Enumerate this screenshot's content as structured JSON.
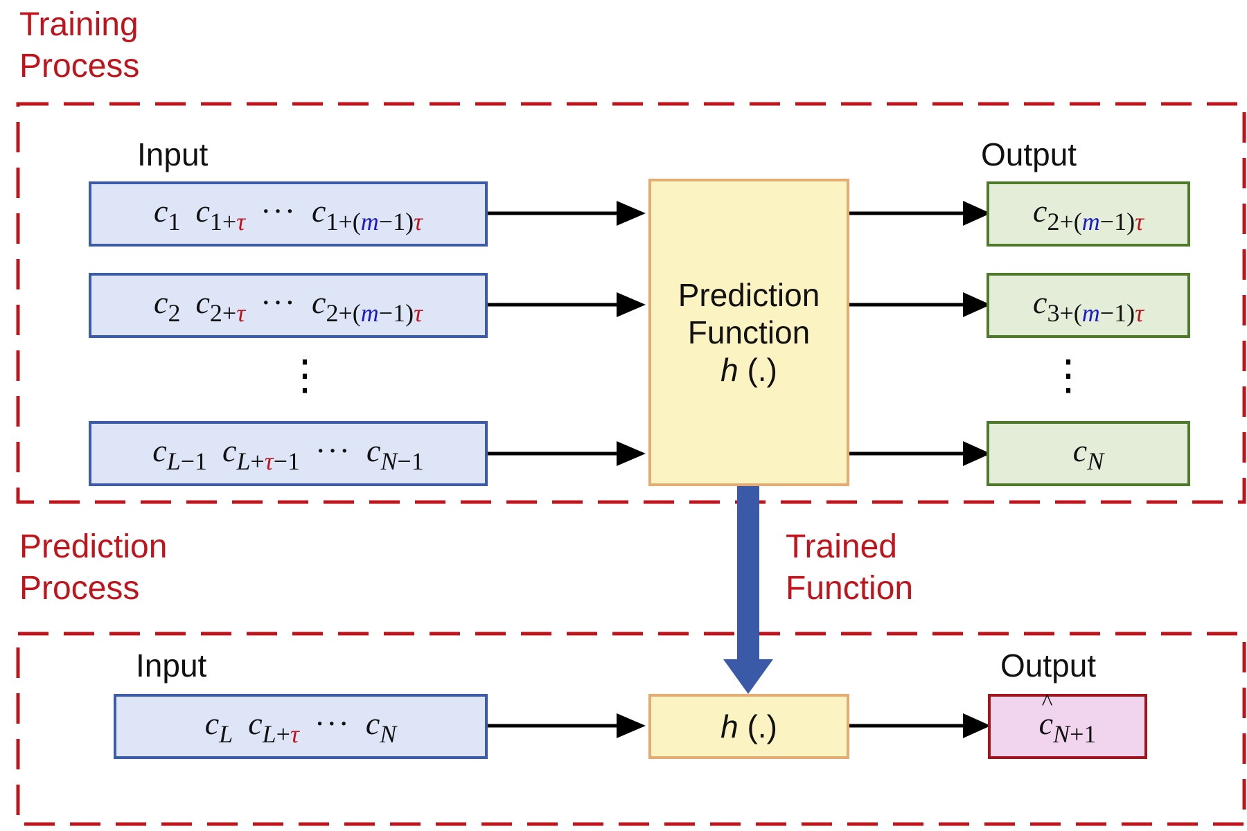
{
  "training": {
    "label_line1": "Training",
    "label_line2": "Process",
    "input_header": "Input",
    "output_header": "Output",
    "input_rows": [
      [
        {
          "base": "c",
          "sub": "1"
        },
        {
          "base": "c",
          "sub_parts": [
            {
              "t": "1+"
            },
            {
              "t": "τ",
              "c": "red"
            }
          ]
        },
        {
          "dots": "···"
        },
        {
          "base": "c",
          "sub_parts": [
            {
              "t": "1+("
            },
            {
              "t": "m",
              "c": "blue"
            },
            {
              "t": "−1)"
            },
            {
              "t": "τ",
              "c": "red"
            }
          ]
        }
      ],
      [
        {
          "base": "c",
          "sub": "2"
        },
        {
          "base": "c",
          "sub_parts": [
            {
              "t": "2+"
            },
            {
              "t": "τ",
              "c": "red"
            }
          ]
        },
        {
          "dots": "···"
        },
        {
          "base": "c",
          "sub_parts": [
            {
              "t": "2+("
            },
            {
              "t": "m",
              "c": "blue"
            },
            {
              "t": "−1)"
            },
            {
              "t": "τ",
              "c": "red"
            }
          ]
        }
      ],
      [
        {
          "base": "c",
          "sub_parts": [
            {
              "t": "L",
              "i": true
            },
            {
              "t": "−1"
            }
          ]
        },
        {
          "base": "c",
          "sub_parts": [
            {
              "t": "L",
              "i": true
            },
            {
              "t": "+"
            },
            {
              "t": "τ",
              "c": "red"
            },
            {
              "t": "−1"
            }
          ]
        },
        {
          "dots": "···"
        },
        {
          "base": "c",
          "sub_parts": [
            {
              "t": "N",
              "i": true
            },
            {
              "t": "−1"
            }
          ]
        }
      ]
    ],
    "output_rows": [
      [
        {
          "base": "c",
          "sub_parts": [
            {
              "t": "2+("
            },
            {
              "t": "m",
              "c": "blue"
            },
            {
              "t": "−1)"
            },
            {
              "t": "τ",
              "c": "red"
            }
          ]
        }
      ],
      [
        {
          "base": "c",
          "sub_parts": [
            {
              "t": "3+("
            },
            {
              "t": "m",
              "c": "blue"
            },
            {
              "t": "−1)"
            },
            {
              "t": "τ",
              "c": "red"
            }
          ]
        }
      ],
      [
        {
          "base": "c",
          "sub_parts": [
            {
              "t": "N",
              "i": true
            }
          ]
        }
      ]
    ],
    "function_line1": "Prediction",
    "function_line2": "Function",
    "function_symbol": "h",
    "function_args": " (.)",
    "ellipsis": "⋮"
  },
  "trained_line1": "Trained",
  "trained_line2": "Function",
  "prediction": {
    "label_line1": "Prediction",
    "label_line2": "Process",
    "input_header": "Input",
    "output_header": "Output",
    "input_row": [
      {
        "base": "c",
        "sub_parts": [
          {
            "t": "L",
            "i": true
          }
        ]
      },
      {
        "base": "c",
        "sub_parts": [
          {
            "t": "L",
            "i": true
          },
          {
            "t": "+"
          },
          {
            "t": "τ",
            "c": "red"
          }
        ]
      },
      {
        "dots": "···"
      },
      {
        "base": "c",
        "sub_parts": [
          {
            "t": "N",
            "i": true
          }
        ]
      }
    ],
    "function_symbol": "h",
    "function_args": " (.)",
    "output": {
      "base": "c",
      "hat": true,
      "sub_parts": [
        {
          "t": "N",
          "i": true
        },
        {
          "t": "+1"
        }
      ]
    }
  },
  "colors": {
    "dashed_border": "#c0141c",
    "input_fill": "#dde5f6",
    "input_border": "#3c5ca8",
    "output_fill": "#e3edd7",
    "output_border": "#4f7a2c",
    "function_fill": "#fbf3c2",
    "function_border": "#e3ac72",
    "prediction_fill": "#f1d5ee",
    "prediction_border": "#a0161f",
    "big_arrow": "#3a5aa8"
  }
}
